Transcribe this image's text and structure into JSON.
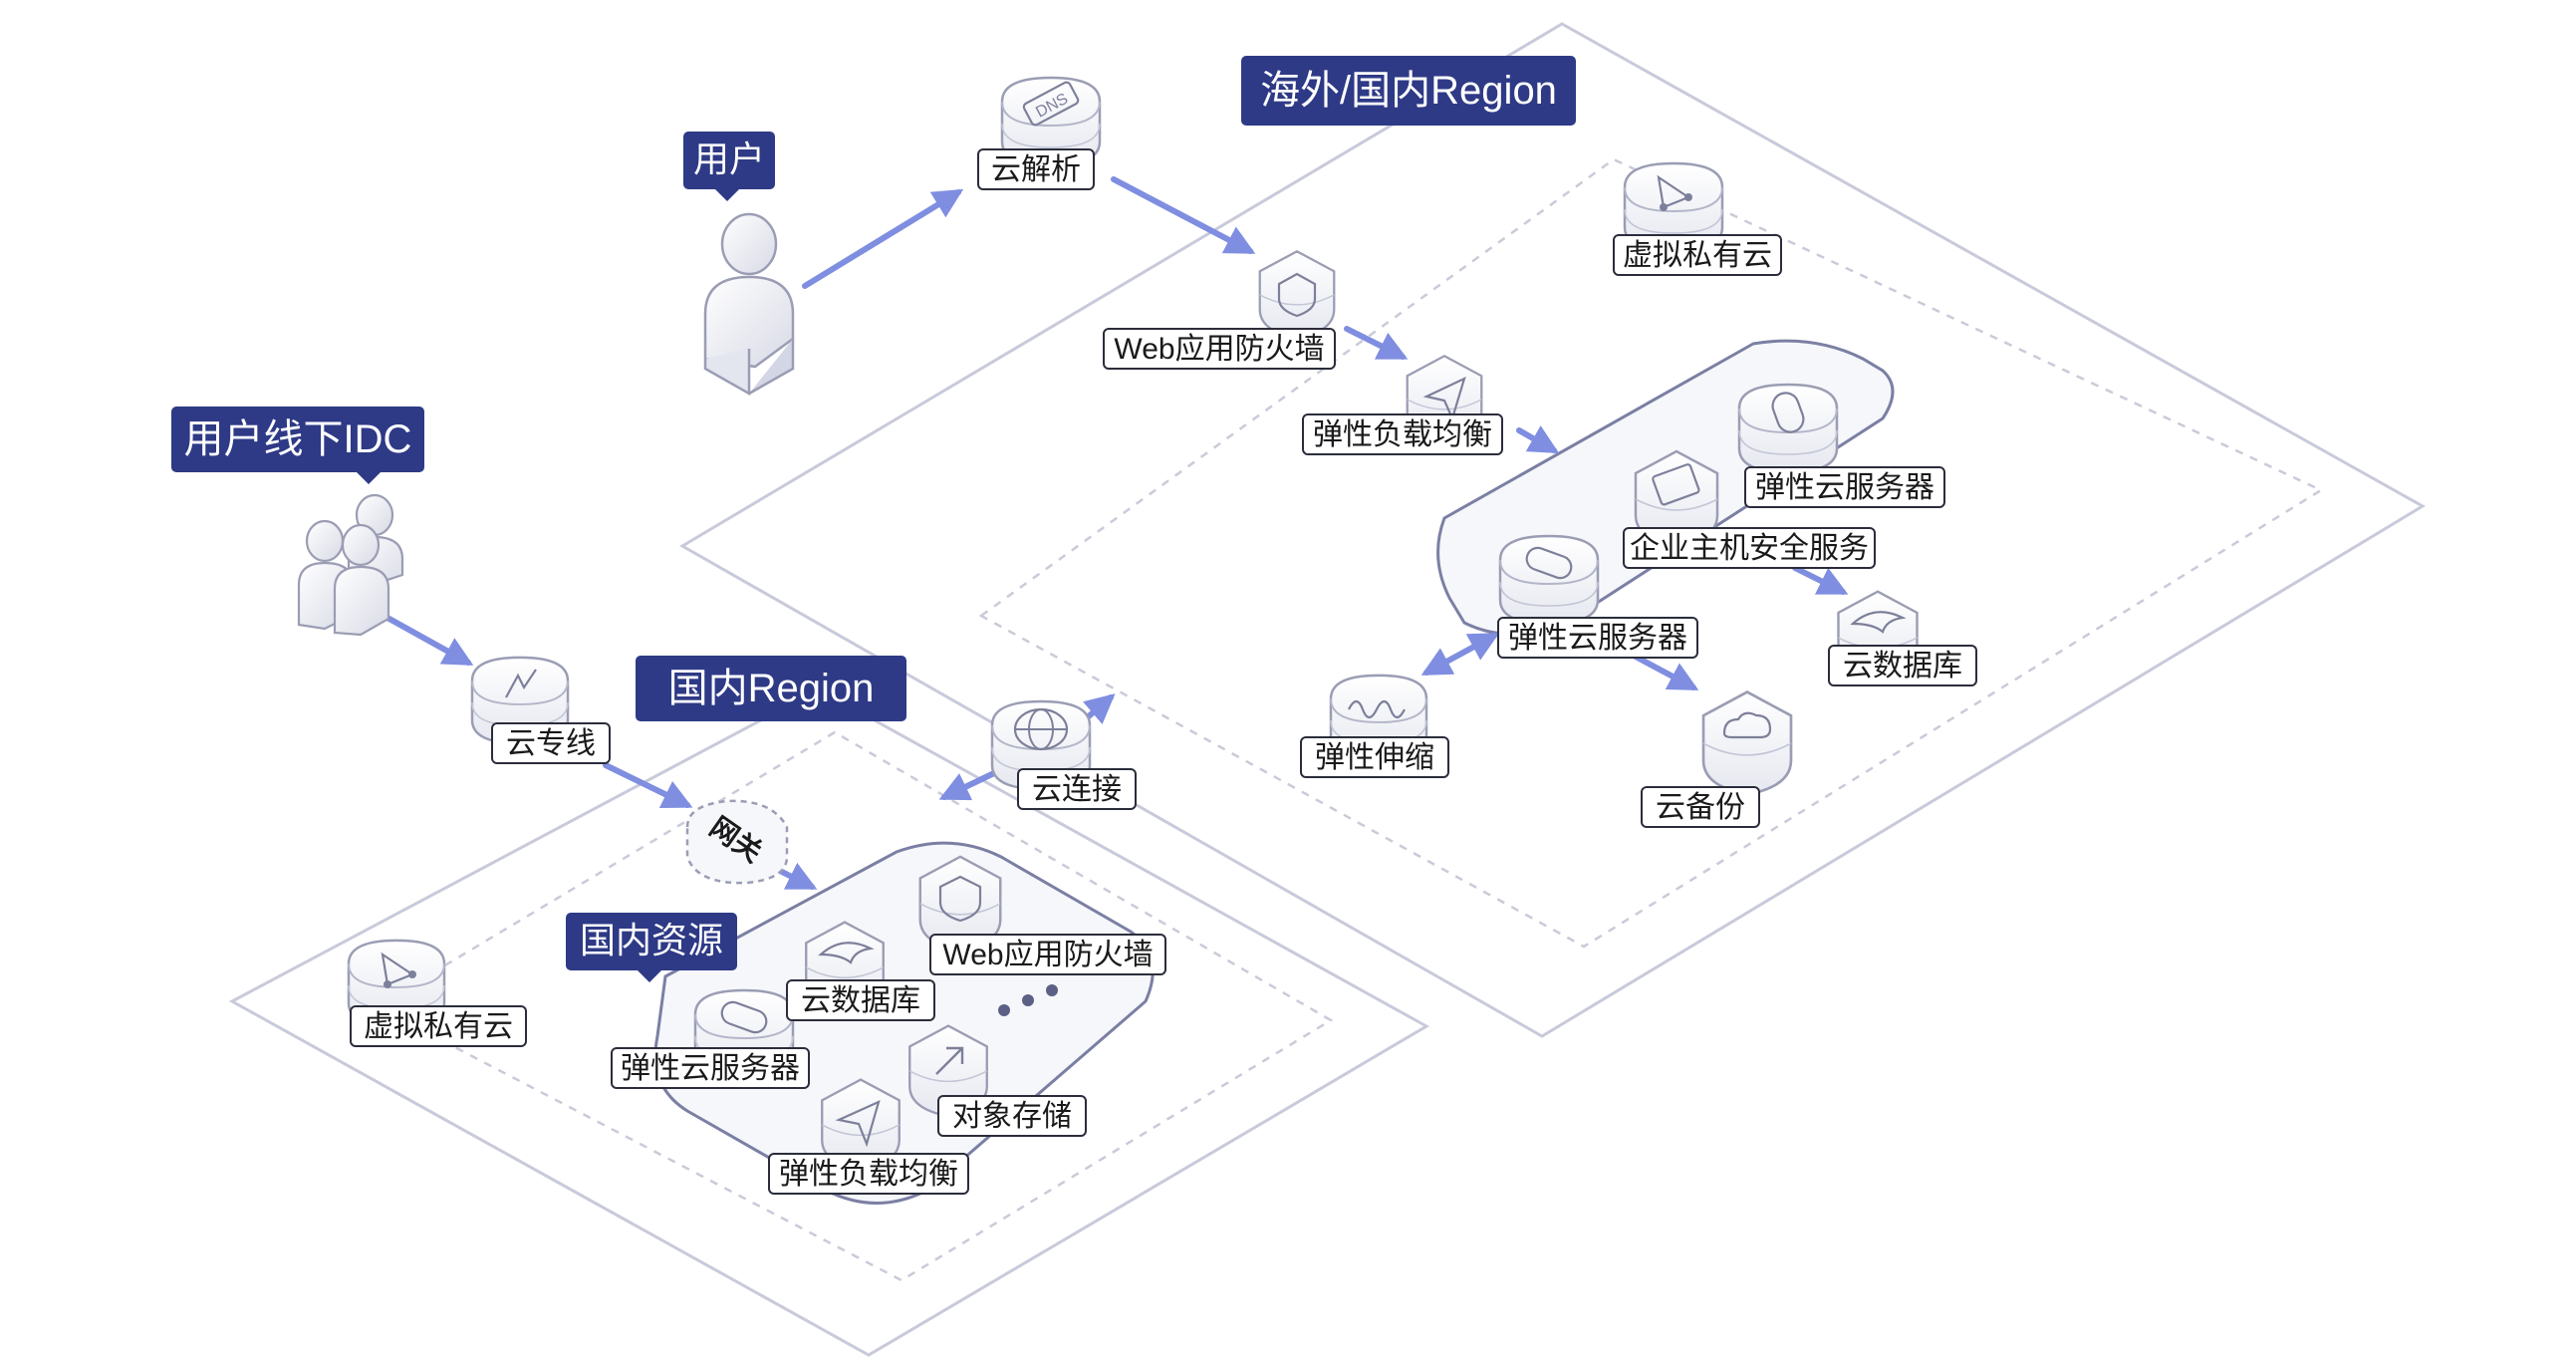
{
  "regions": {
    "overseas_domestic": "海外/国内Region",
    "domestic": "国内Region",
    "domestic_resources": "国内资源",
    "user": "用户",
    "user_idc": "用户线下IDC"
  },
  "labels": {
    "dns": "云解析",
    "waf_top": "Web应用防火墙",
    "slb_top": "弹性负载均衡",
    "vpc_top": "虚拟私有云",
    "ecs_top_right": "弹性云服务器",
    "hss": "企业主机安全服务",
    "ecs_top_center": "弹性云服务器",
    "rds_top": "云数据库",
    "as": "弹性伸缩",
    "cbr": "云备份",
    "dc": "云专线",
    "cc": "云连接",
    "gateway": "网关",
    "vpc_bottom": "虚拟私有云",
    "waf_bottom": "Web应用防火墙",
    "rds_bottom": "云数据库",
    "ecs_bottom": "弹性云服务器",
    "obs": "对象存储",
    "slb_bottom": "弹性负载均衡"
  },
  "icons": {
    "dns": "dns-icon",
    "waf": "shield-icon",
    "slb": "paper-plane-icon",
    "vpc": "network-triangle-icon",
    "ecs": "server-pill-icon",
    "hss": "window-icon",
    "rds": "dolphin-icon",
    "as": "spring-icon",
    "cbr": "cloud-backup-icon",
    "dc": "direct-link-icon",
    "cc": "globe-icon",
    "obs": "arrow-up-icon",
    "user": "user-icon",
    "users": "group-icon"
  },
  "colors": {
    "tag_bg": "#2e3a86",
    "arrow": "#7f8ee0",
    "platform_stroke": "#b9bcd6",
    "dash_stroke": "#c5c7d8",
    "node_fill": "#f3f4f8",
    "node_stroke": "#9a9db3"
  }
}
